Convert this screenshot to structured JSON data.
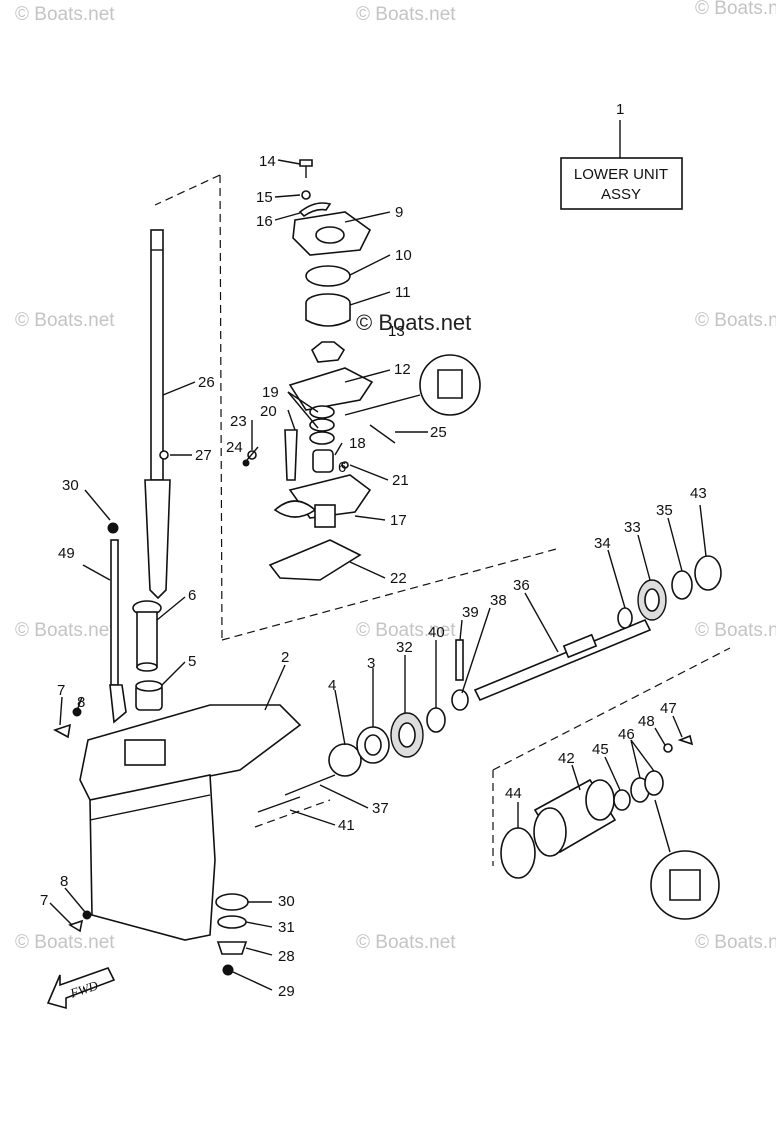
{
  "watermark": "© Boats.net",
  "assembly_box": {
    "line1": "LOWER UNIT",
    "line2": "ASSY",
    "callout": "1"
  },
  "direction_label": "FWD",
  "callouts": {
    "c2": "2",
    "c3": "3",
    "c4": "4",
    "c5": "5",
    "c6": "6",
    "c6b": "6",
    "c7a": "7",
    "c7b": "7",
    "c8a": "8",
    "c8b": "8",
    "c9": "9",
    "c10": "10",
    "c11": "11",
    "c12": "12",
    "c13": "13",
    "c14": "14",
    "c15": "15",
    "c16": "16",
    "c17": "17",
    "c18": "18",
    "c19": "19",
    "c20": "20",
    "c21": "21",
    "c22": "22",
    "c23": "23",
    "c24": "24",
    "c25": "25",
    "c26": "26",
    "c27": "27",
    "c28": "28",
    "c29": "29",
    "c30a": "30",
    "c30b": "30",
    "c31": "31",
    "c32": "32",
    "c33": "33",
    "c34": "34",
    "c35": "35",
    "c36": "36",
    "c37": "37",
    "c38": "38",
    "c39": "39",
    "c40": "40",
    "c41": "41",
    "c42": "42",
    "c43": "43",
    "c44": "44",
    "c45": "45",
    "c46": "46",
    "c47": "47",
    "c48": "48",
    "c49": "49"
  }
}
